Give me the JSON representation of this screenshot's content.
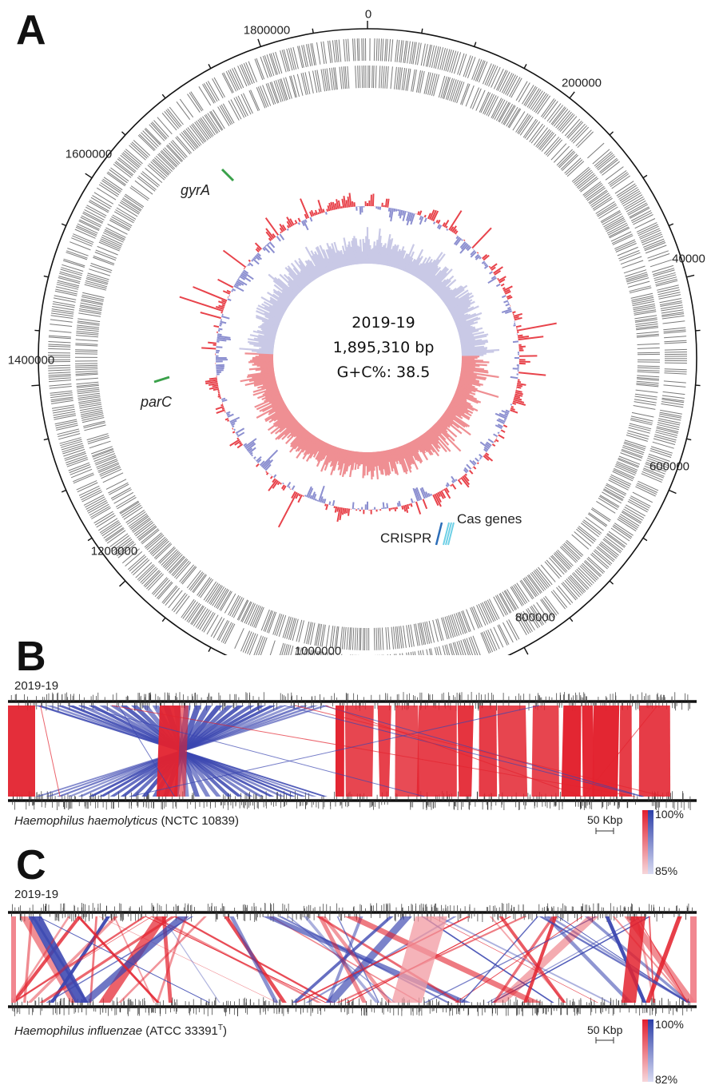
{
  "panels": {
    "a_letter": "A",
    "b_letter": "B",
    "c_letter": "C"
  },
  "circle_map": {
    "position_labels": [
      "0",
      "200000",
      "40000",
      "600000",
      "800000",
      "1000000",
      "1200000",
      "1400000",
      "1600000",
      "1800000"
    ],
    "genome_name": "2019-19",
    "genome_size": "1,895,310 bp",
    "gc_content": "G+C%: 38.5",
    "gene_markers": {
      "gyrA": "gyrA",
      "parC": "parC",
      "crispr": "CRISPR",
      "cas": "Cas genes"
    },
    "colors": {
      "gene_track": "#7a7a7a",
      "gc_positive": "#e8434b",
      "gc_negative": "#8c8fd0",
      "skew_positive": "#ef8f93",
      "skew_negative": "#c9c9e6",
      "gyrA_marker": "#3aa14a",
      "crispr_marker": "#6fd0e6"
    }
  },
  "comparison_b": {
    "query_label": "2019-19",
    "reference_name": "Haemophilus haemolyticus",
    "reference_strain": "(NCTC 10839)",
    "scale_label": "50 Kbp",
    "identity_max": "100%",
    "identity_min": "85%"
  },
  "comparison_c": {
    "query_label": "2019-19",
    "reference_name": "Haemophilus influenzae",
    "reference_strain_prefix": "(ATCC 33391",
    "reference_strain_sup": "T",
    "reference_strain_suffix": ")",
    "scale_label": "50 Kbp",
    "identity_max": "100%",
    "identity_min": "82%"
  }
}
